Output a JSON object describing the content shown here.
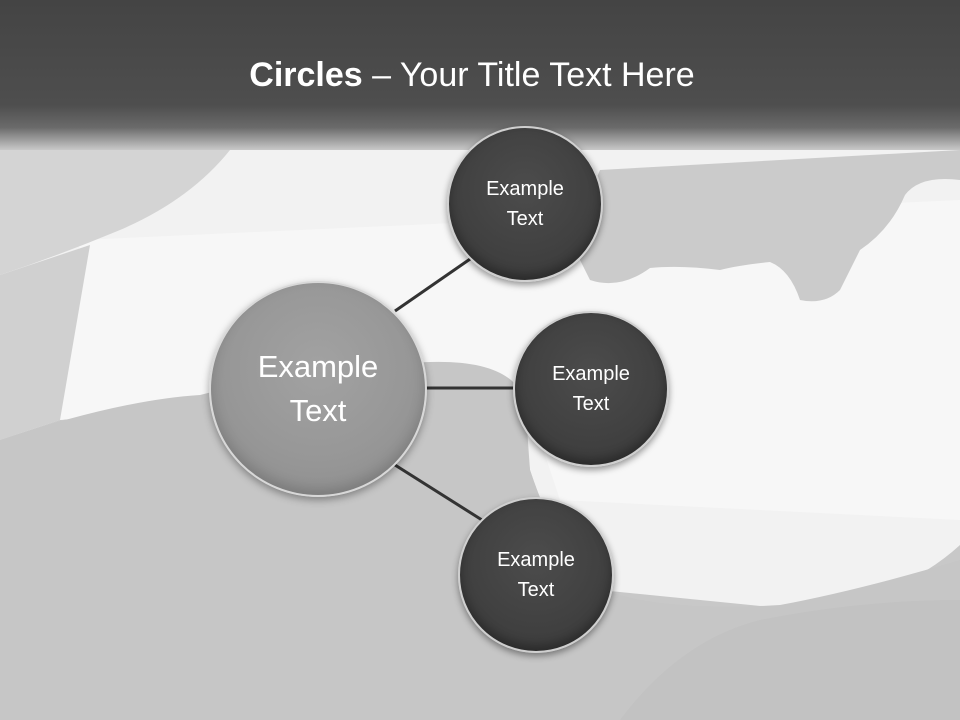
{
  "title": {
    "bold": "Circles",
    "rest": " – Your Title Text Here"
  },
  "center": {
    "line1": "Example",
    "line2": "Text"
  },
  "nodes": [
    {
      "line1": "Example",
      "line2": "Text"
    },
    {
      "line1": "Example",
      "line2": "Text"
    },
    {
      "line1": "Example",
      "line2": "Text"
    }
  ],
  "colors": {
    "title_bar": "#444444",
    "center_circle": "#979797",
    "node_circle": "#404040",
    "connector": "#333333",
    "background": "#c8c8c8"
  }
}
